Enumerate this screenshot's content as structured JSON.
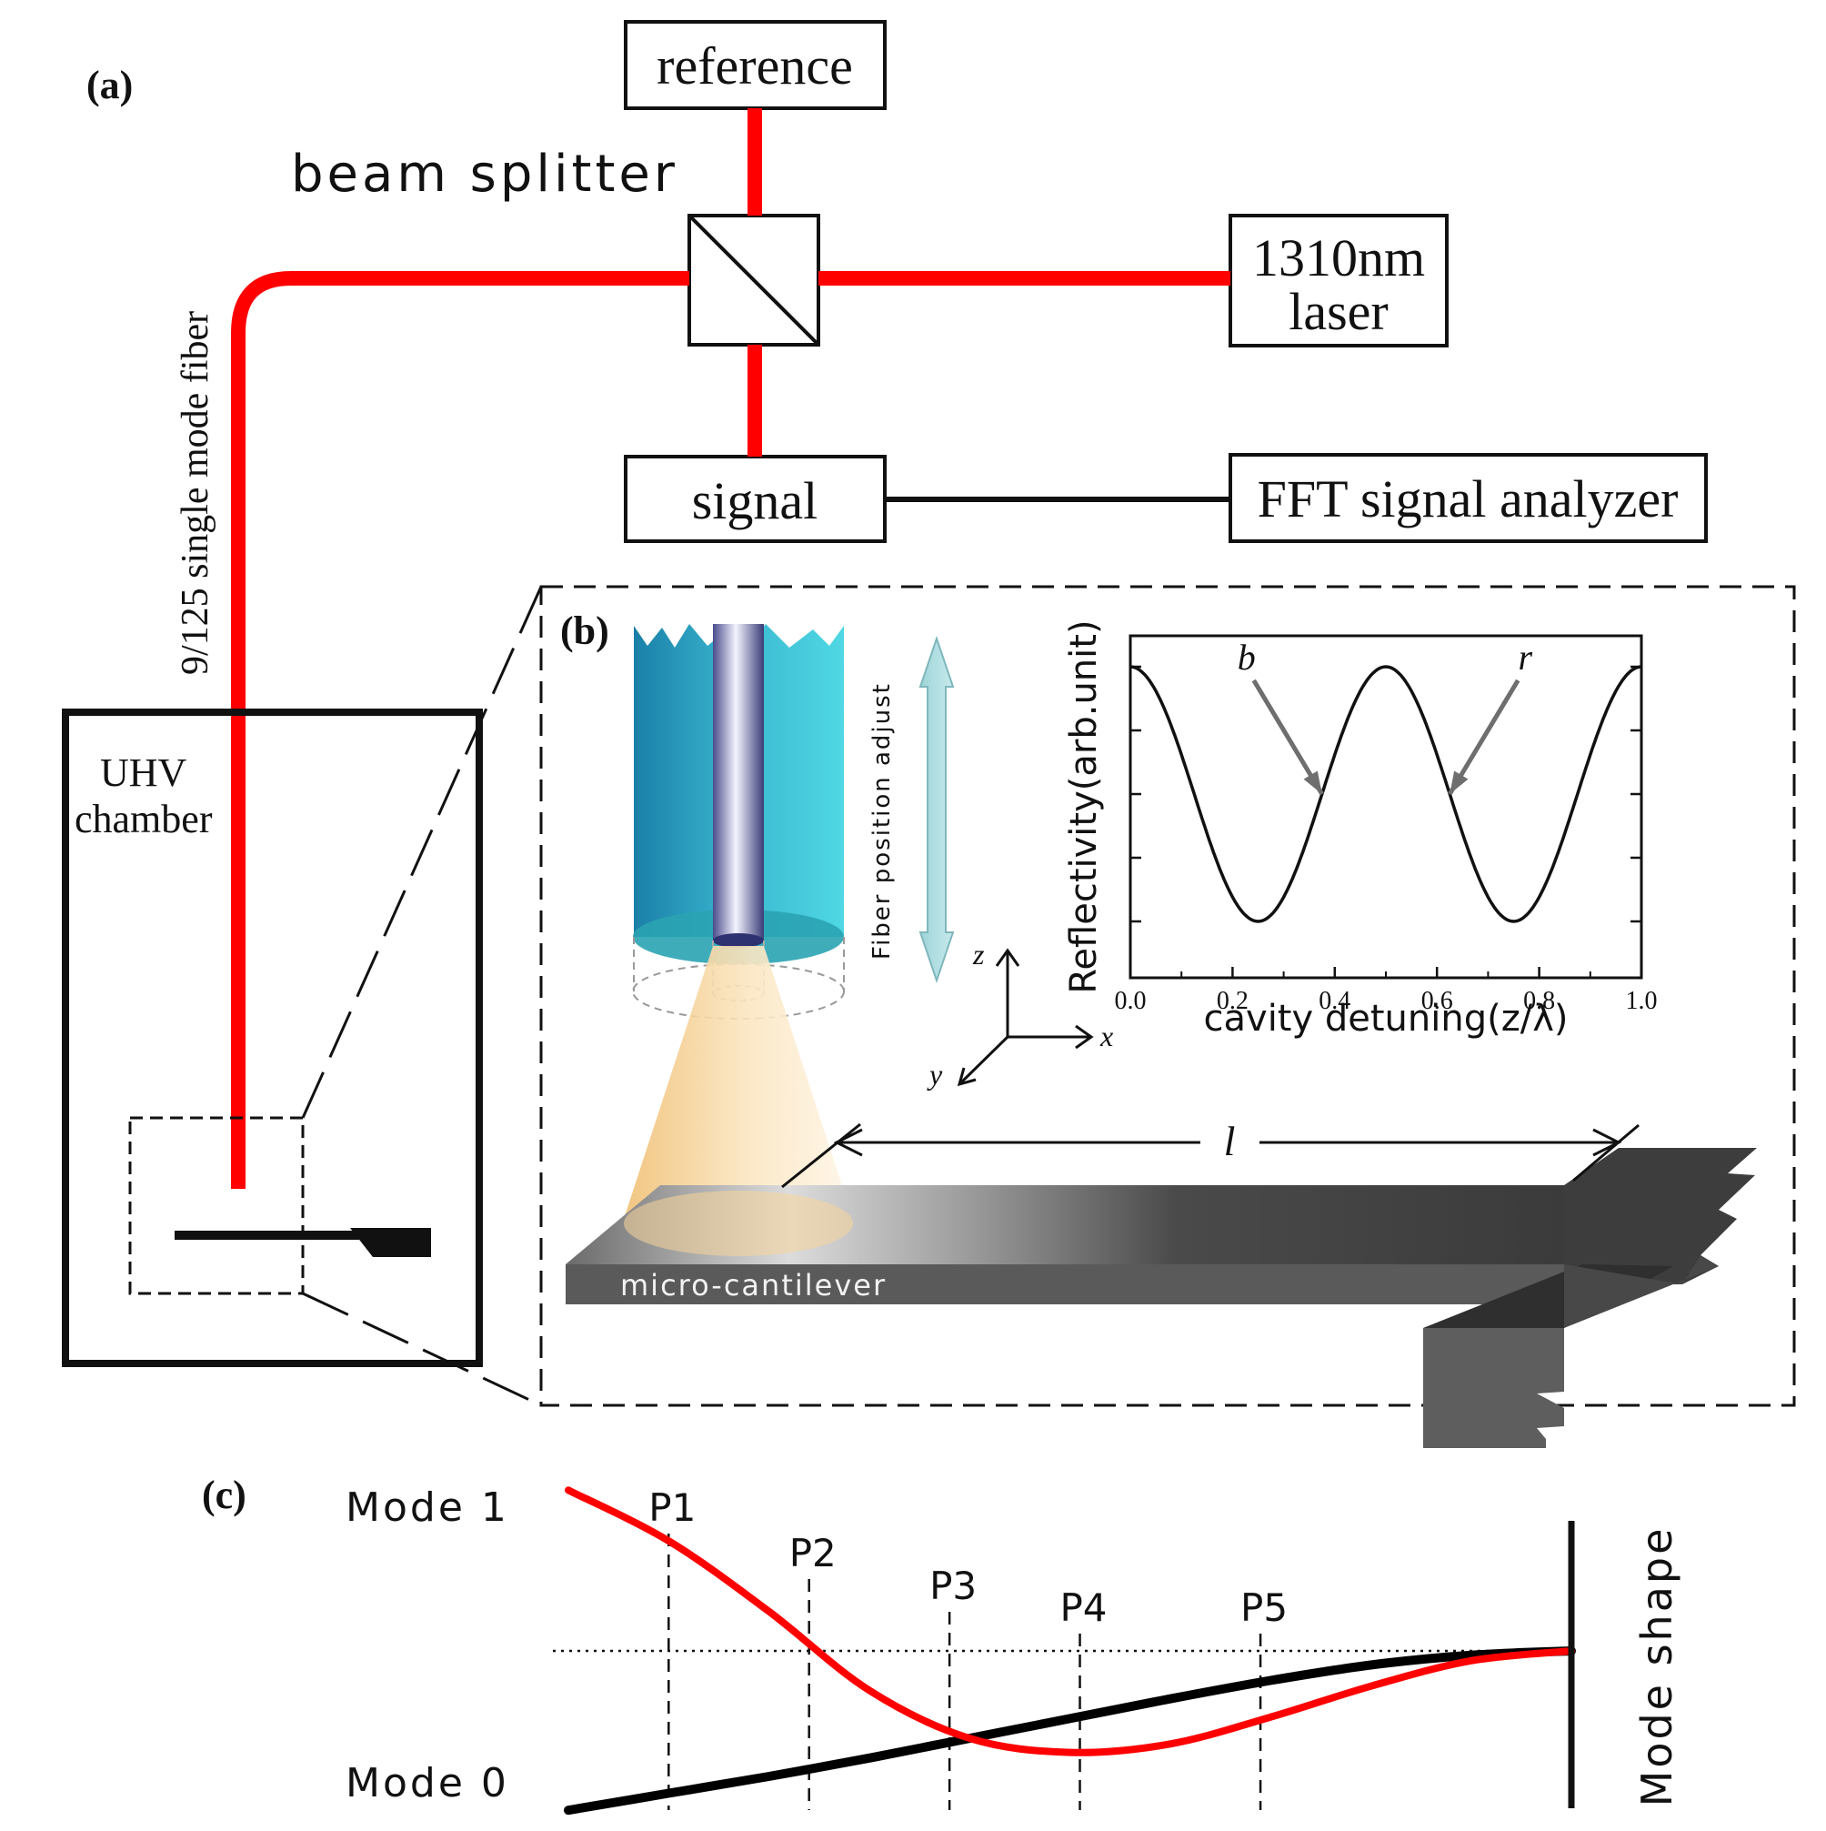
{
  "panels": {
    "a": "(a)",
    "b": "(b)",
    "c": "(c)"
  },
  "setup": {
    "reference": "reference",
    "beam_splitter": "beam splitter",
    "laser_line1": "1310nm",
    "laser_line2": "laser",
    "signal": "signal",
    "fft": "FFT signal analyzer",
    "fiber": "9/125 single mode fiber",
    "uhv_line1": "UHV",
    "uhv_line2": "chamber"
  },
  "inset": {
    "fiber_adjust": "Fiber position adjust",
    "cantilever": "micro-cantilever",
    "length_symbol": "l",
    "axis_x": "x",
    "axis_y": "y",
    "axis_z": "z"
  },
  "colors": {
    "beam": "#ff0000",
    "mode0": "#000000",
    "mode1": "#ff0000"
  },
  "chart_data": [
    {
      "type": "line",
      "xlabel": "cavity detuning(z/λ)",
      "ylabel": "Reflectivity(arb.unit)",
      "xlim": [
        0.0,
        1.0
      ],
      "ylim": [
        0,
        1
      ],
      "xticks": [
        "0.0",
        "0.2",
        "0.4",
        "0.6",
        "0.8",
        "1.0"
      ],
      "annotations": [
        {
          "text": "b",
          "at_x": 0.375
        },
        {
          "text": "r",
          "at_x": 0.625
        }
      ],
      "series": [
        {
          "x": [
            0.0,
            0.05,
            0.1,
            0.15,
            0.2,
            0.25,
            0.3,
            0.35,
            0.4,
            0.45,
            0.5,
            0.55,
            0.6,
            0.65,
            0.7,
            0.75,
            0.8,
            0.85,
            0.9,
            0.95,
            1.0
          ],
          "y": [
            1.0,
            0.905,
            0.655,
            0.345,
            0.095,
            0.0,
            0.095,
            0.345,
            0.655,
            0.905,
            1.0,
            0.905,
            0.655,
            0.345,
            0.095,
            0.0,
            0.095,
            0.345,
            0.655,
            0.905,
            1.0
          ]
        }
      ]
    },
    {
      "type": "line",
      "xlabel": "",
      "ylabel": "Mode shape",
      "xlim": [
        0,
        1
      ],
      "ylim": [
        -1.3,
        1.4
      ],
      "points": [
        "P1",
        "P2",
        "P3",
        "P4",
        "P5"
      ],
      "point_x": [
        0.1,
        0.24,
        0.38,
        0.51,
        0.69
      ],
      "series": [
        {
          "name": "Mode 0",
          "x": [
            0.0,
            0.1,
            0.2,
            0.3,
            0.4,
            0.5,
            0.6,
            0.7,
            0.8,
            0.9,
            1.0
          ],
          "y": [
            -1.13,
            -1.01,
            -0.89,
            -0.76,
            -0.62,
            -0.48,
            -0.34,
            -0.21,
            -0.1,
            -0.03,
            0.0
          ]
        },
        {
          "name": "Mode 1",
          "x": [
            0.0,
            0.1,
            0.2,
            0.3,
            0.4,
            0.5,
            0.6,
            0.7,
            0.8,
            0.9,
            1.0
          ],
          "y": [
            1.14,
            0.78,
            0.28,
            -0.28,
            -0.62,
            -0.72,
            -0.66,
            -0.47,
            -0.25,
            -0.07,
            0.0
          ]
        }
      ]
    }
  ]
}
